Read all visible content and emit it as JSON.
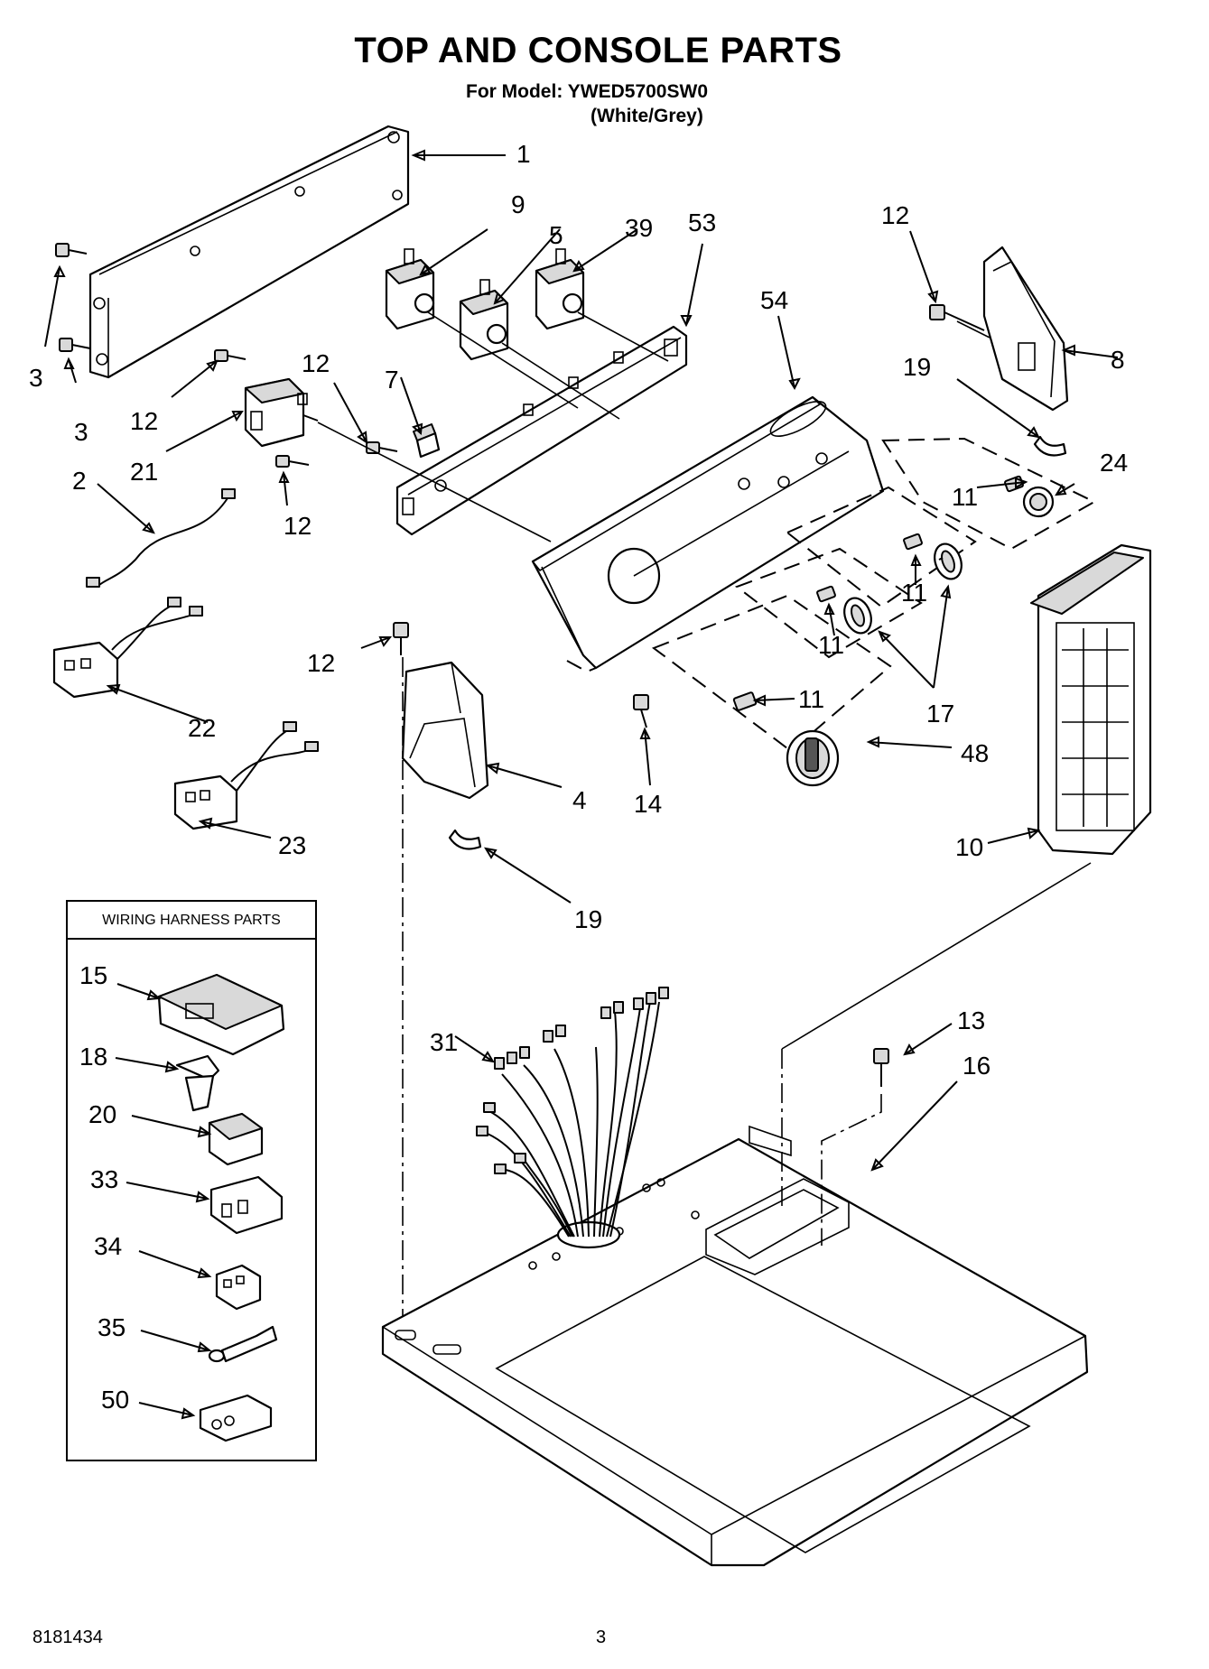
{
  "header": {
    "title": "TOP AND CONSOLE PARTS",
    "model": "For Model: YWED5700SW0",
    "color": "(White/Grey)"
  },
  "callouts": {
    "c1": "1",
    "c2": "2",
    "c3a": "3",
    "c3b": "3",
    "c4": "4",
    "c5": "5",
    "c7": "7",
    "c8": "8",
    "c9": "9",
    "c10": "10",
    "c11a": "11",
    "c11b": "11",
    "c11c": "11",
    "c11d": "11",
    "c12a": "12",
    "c12b": "12",
    "c12c": "12",
    "c12d": "12",
    "c12e": "12",
    "c13": "13",
    "c14": "14",
    "c16": "16",
    "c17": "17",
    "c19a": "19",
    "c19b": "19",
    "c21": "21",
    "c22": "22",
    "c23": "23",
    "c24": "24",
    "c31": "31",
    "c39": "39",
    "c48": "48",
    "c53": "53",
    "c54": "54"
  },
  "wiring_box": {
    "title": "WIRING HARNESS PARTS",
    "items": [
      "15",
      "18",
      "20",
      "33",
      "34",
      "35",
      "50"
    ]
  },
  "footer": {
    "doc_number": "8181434",
    "page_number": "3"
  }
}
